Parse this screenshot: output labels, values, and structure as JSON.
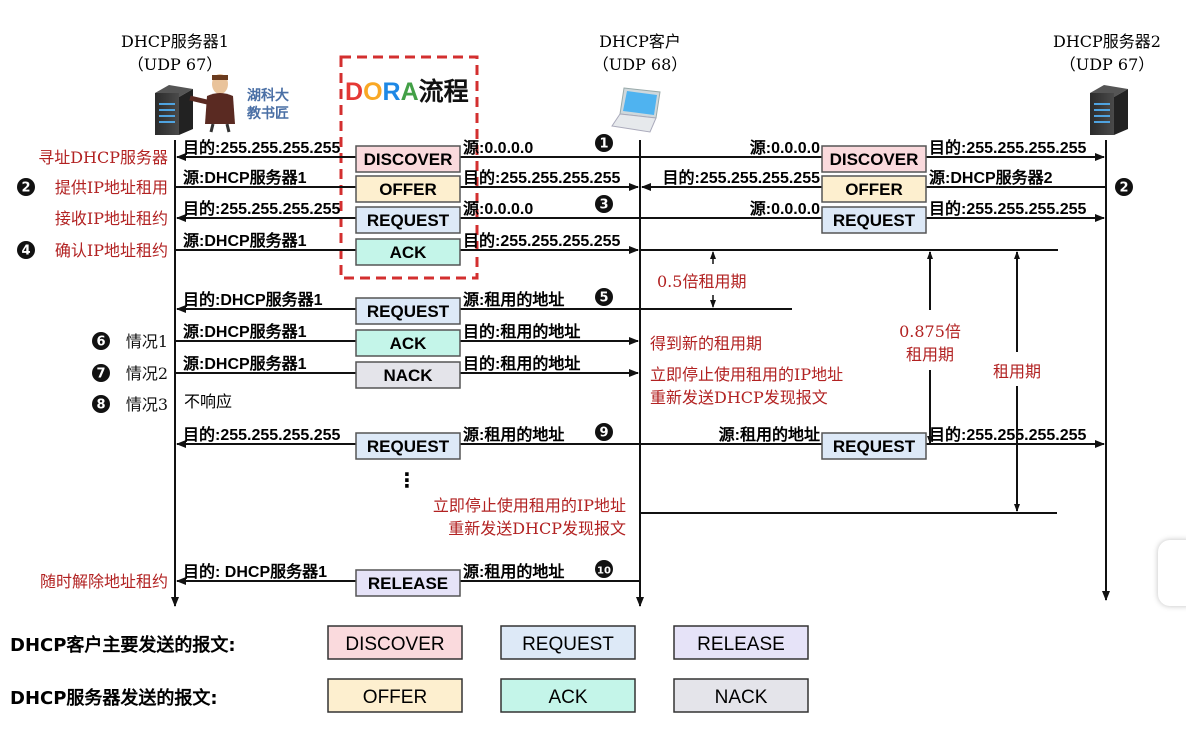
{
  "title": {
    "prefix_letters": [
      "D",
      "O",
      "R",
      "A"
    ],
    "prefix_colors": [
      "#e53935",
      "#f9a825",
      "#1e88e5",
      "#43a047"
    ],
    "suffix": "流程"
  },
  "entities": {
    "server1": {
      "name": "DHCP服务器1",
      "port": "（UDP 67）"
    },
    "client": {
      "name": "DHCP客户",
      "port": "（UDP 68）"
    },
    "server2": {
      "name": "DHCP服务器2",
      "port": "（UDP 67）"
    }
  },
  "watermark": {
    "line1": "湖科大",
    "line2": "教书匠"
  },
  "message_colors": {
    "DISCOVER": "#fadadd",
    "OFFER": "#fdefcf",
    "REQUEST": "#dde9f7",
    "ACK": "#c4f5e9",
    "NACK": "#e4e4ea",
    "RELEASE": "#e6e3f8"
  },
  "left_notes": [
    {
      "num": "",
      "text": "寻址DHCP服务器"
    },
    {
      "num": "2",
      "text": "提供IP地址租用"
    },
    {
      "num": "",
      "text": "接收IP地址租约"
    },
    {
      "num": "4",
      "text": "确认IP地址租约"
    },
    {
      "num": "6",
      "text": "情况1"
    },
    {
      "num": "7",
      "text": "情况2"
    },
    {
      "num": "8",
      "text": "情况3"
    },
    {
      "num": "",
      "text": "随时解除地址租约"
    }
  ],
  "no_response": "不响应",
  "messages_left": [
    {
      "box": "DISCOVER",
      "left_label": "目的:255.255.255.255",
      "right_label": "源:0.0.0.0",
      "step": "1"
    },
    {
      "box": "OFFER",
      "left_label": "源:DHCP服务器1",
      "right_label": "目的:255.255.255.255",
      "step": ""
    },
    {
      "box": "REQUEST",
      "left_label": "目的:255.255.255.255",
      "right_label": "源:0.0.0.0",
      "step": "3"
    },
    {
      "box": "ACK",
      "left_label": "源:DHCP服务器1",
      "right_label": "目的:255.255.255.255",
      "step": ""
    },
    {
      "box": "REQUEST",
      "left_label": "目的:DHCP服务器1",
      "right_label": "源:租用的地址",
      "step": "5"
    },
    {
      "box": "ACK",
      "left_label": "源:DHCP服务器1",
      "right_label": "目的:租用的地址",
      "step": ""
    },
    {
      "box": "NACK",
      "left_label": "源:DHCP服务器1",
      "right_label": "目的:租用的地址",
      "step": ""
    },
    {
      "box": "REQUEST",
      "left_label": "目的:255.255.255.255",
      "right_label": "源:租用的地址",
      "step": "9"
    },
    {
      "box": "RELEASE",
      "left_label": "目的: DHCP服务器1",
      "right_label": "源:租用的地址",
      "step": "10"
    }
  ],
  "messages_right": [
    {
      "box": "DISCOVER",
      "left_label": "源:0.0.0.0",
      "right_label": "目的:255.255.255.255"
    },
    {
      "box": "OFFER",
      "left_label": "目的:255.255.255.255",
      "right_label": "源:DHCP服务器2",
      "step": "2"
    },
    {
      "box": "REQUEST",
      "left_label": "源:0.0.0.0",
      "right_label": "目的:255.255.255.255"
    },
    {
      "box": "REQUEST",
      "left_label": "源:租用的地址",
      "right_label": "目的:255.255.255.255"
    }
  ],
  "timers": {
    "half": "0.5倍租用期",
    "t2_line1": "0.875倍",
    "t2_line2": "租用期",
    "lease": "租用期"
  },
  "outcomes": {
    "ack": "得到新的租用期",
    "nack_line1": "立即停止使用租用的IP地址",
    "nack_line2": "重新发送DHCP发现报文",
    "expire_line1": "立即停止使用租用的IP地址",
    "expire_line2": "重新发送DHCP发现报文"
  },
  "ellipsis": "⋮",
  "legend": {
    "client_label": "DHCP客户主要发送的报文:",
    "client_items": [
      "DISCOVER",
      "REQUEST",
      "RELEASE"
    ],
    "server_label": "DHCP服务器发送的报文:",
    "server_items": [
      "OFFER",
      "ACK",
      "NACK"
    ]
  }
}
